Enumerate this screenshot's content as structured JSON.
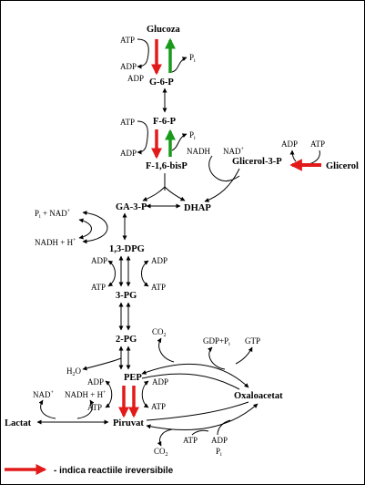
{
  "metabolites": {
    "glucoza": "Glucoza",
    "g6p": "G-6-P",
    "f6p": "F-6-P",
    "f16bisp": "F-1,6-bisP",
    "glicerol3p": "Glicerol-3-P",
    "glicerol": "Glicerol",
    "ga3p": "GA-3-P",
    "dhap": "DHAP",
    "bpg13": "1,3-DPG",
    "pg3": "3-PG",
    "pg2": "2-PG",
    "pep": "PEP",
    "oxaloacetat": "Oxaloacetat",
    "lactat": "Lactat",
    "piruvat": "Piruvat"
  },
  "cofactors": {
    "atp": "ATP",
    "adp": "ADP",
    "p": "P",
    "i": "i",
    "nadh": "NADH",
    "nad": "NAD",
    "plus": "+",
    "pi_nad": "P",
    "pi_nad_rest": " + NAD",
    "nadh_h": "NADH + H",
    "h2o": "H",
    "h2o_sub": "2",
    "h2o_rest": "O",
    "co2": "CO",
    "co2_sub": "2",
    "gdp_pi": "GDP+P",
    "gtp": "GTP"
  },
  "legend": {
    "text": "- indica reactiile ireversibile"
  },
  "colors": {
    "irreversible": "#e21a1a",
    "reverse_bypass": "#1a9a1a",
    "line": "#000000",
    "background": "#ffffff"
  }
}
